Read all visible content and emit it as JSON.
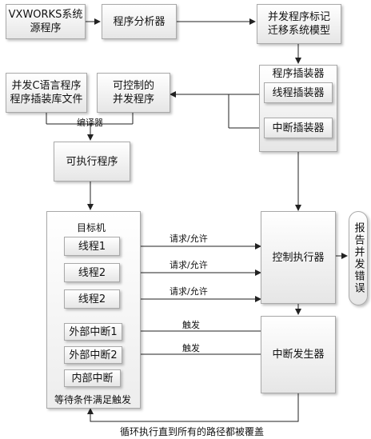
{
  "top_row": {
    "source": [
      "VXWORKS系统",
      "源程序"
    ],
    "analyzer": "程序分析器",
    "model": [
      "并发程序标记",
      "迁移系统模型"
    ]
  },
  "instrumenter": {
    "title": "程序插装器",
    "thread": "线程插装器",
    "interrupt": "中断插装器"
  },
  "lib": [
    "并发C语言程序",
    "程序插装库文件"
  ],
  "controllable": [
    "可控制的",
    "并发程序"
  ],
  "compiler": "编译器",
  "executable": "可执行程序",
  "target": {
    "title": "目标机",
    "threads": [
      "线程1",
      "线程2",
      "线程2"
    ],
    "ext_interrupts": [
      "外部中断1",
      "外部中断2"
    ],
    "internal": "内部中断",
    "wait": "等待条件满足触发"
  },
  "controller": "控制执行器",
  "interrupt_gen": "中断发生器",
  "report": "报告并发错误",
  "arrows": {
    "req": [
      "请求/允许",
      "请求/允许",
      "请求/允许"
    ],
    "trigger": [
      "触发",
      "触发"
    ],
    "loop": "循环执行直到所有的路径都被覆盖"
  }
}
